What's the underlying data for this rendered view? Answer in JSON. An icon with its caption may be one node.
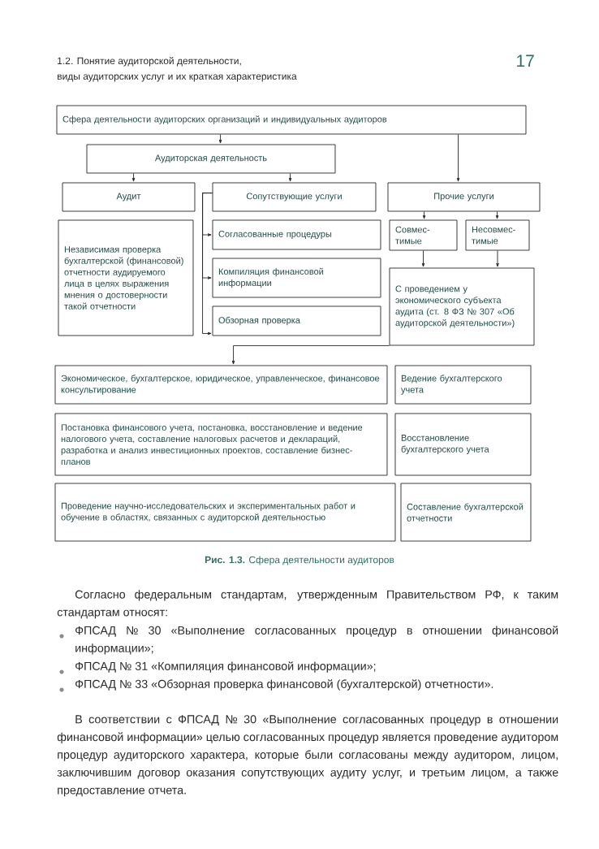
{
  "diagram": {
    "caption": "**Рис. 1.3.** Сфера деятельности аудиторов",
    "nodes": [
      {
        "text": [
          "Сфера деятельности аудиторских организаций и индивидуальных аудиторов"
        ]
      },
      {
        "text": [
          "Аудиторская деятельность"
        ]
      },
      {
        "text": [
          "Аудит"
        ]
      },
      {
        "text": [
          "Сопутствующие услуги"
        ]
      },
      {
        "text": [
          "Прочие услуги"
        ]
      },
      {
        "text": [
          "Независимая проверка бухгалтерской (финансовой) отчетности аудируемого лица в целях выражения мнения о достоверности такой отчетности"
        ]
      },
      {
        "text": [
          "Согласованные процедуры"
        ]
      },
      {
        "text": [
          "Компиляция финансовой информации"
        ]
      },
      {
        "text": [
          "Обзорная проверка"
        ]
      },
      {
        "text": [
          "Совмес-тимые"
        ]
      },
      {
        "text": [
          "Несовмес-тимые"
        ]
      },
      {
        "text": [
          "С проведением у экономического субъекта аудита (ст. 8 ФЗ № 307 «Об аудиторской деятельности»)"
        ]
      },
      {
        "text": [
          "Экономическое, бухгалтерское, юридическое, управленческое, финансовое консультирование"
        ]
      },
      {
        "text": [
          "Ведение бухгалтерского учета"
        ]
      },
      {
        "text": [
          "Постановка финансового учета, постановка, восстановление и ведение налогового учета, составление налоговых расчетов и деклараций, разработка и анализ инвестиционных проектов, составление бизнес-планов"
        ]
      },
      {
        "text": [
          "Восстановление бухгалтерского учета"
        ]
      },
      {
        "text": [
          "Проведение научно-исследовательских и экспериментальных работ и обучение в областях, связанных с аудиторской деятельностью"
        ]
      },
      {
        "text": [
          "Составление бухгалтерской отчетности"
        ]
      }
    ],
    "edges": [
      {
        "from": 0,
        "to": 1,
        "arrow": "to"
      },
      {
        "from": 0,
        "to": 4,
        "arrow": "to"
      },
      {
        "from": 1,
        "to": 2,
        "arrow": "to"
      },
      {
        "from": 1,
        "to": 3,
        "arrow": "to"
      },
      {
        "from": 3,
        "to": 6,
        "arrow": "to"
      },
      {
        "from": 3,
        "to": 7,
        "arrow": "to"
      },
      {
        "from": 3,
        "to": 8,
        "arrow": "to"
      },
      {
        "from": 4,
        "to": 9,
        "arrow": "to"
      },
      {
        "from": 4,
        "to": 10,
        "arrow": "to"
      },
      {
        "from": 9,
        "to": 11,
        "arrow": "to"
      },
      {
        "from": 10,
        "to": 11,
        "arrow": "to"
      },
      {
        "from": 11,
        "to": 12,
        "arrow": "to"
      }
    ],
    "labels": [
      "1.2. Понятие аудиторской деятельности,",
      "виды аудиторских услуг и их краткая характеристика",
      "17",
      "Согласно федеральным стандартам, утвержденным Правительством РФ, к таким стандартам относят:",
      "ФПСАД № 30 «Выполнение согласованных процедур в отношении финансовой информации»;",
      "ФПСАД № 31 «Компиляция финансовой информации»;",
      "ФПСАД № 33 «Обзорная проверка финансовой (бухгалтерской) отчетности».",
      "В соответствии с ФПСАД № 30 «Выполнение согласованных процедур в отношении финансовой информации» целью согласованных процедур является проведение аудитором процедур аудиторского характера, которые были согласованы между аудитором, лицом, заключившим договор оказания сопутствующих аудиту услуг, и третьим лицом, а также предоставление отчета."
    ]
  }
}
